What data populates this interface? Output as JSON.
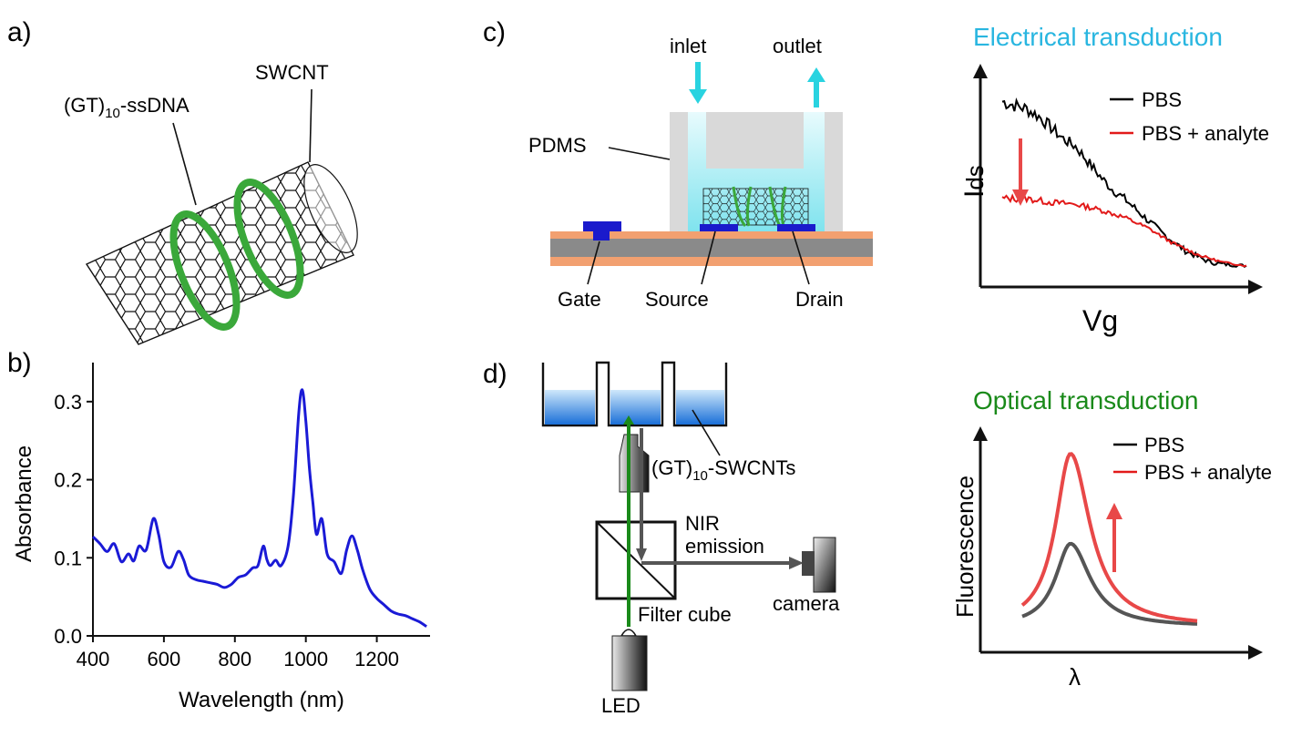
{
  "panels": {
    "a": {
      "label": "a)",
      "callouts": {
        "dna": "(GT)",
        "dna_sub": "10",
        "dna_rest": "-ssDNA",
        "swcnt": "SWCNT"
      }
    },
    "b": {
      "label": "b)"
    },
    "c": {
      "label": "c)",
      "callouts": {
        "inlet": "inlet",
        "outlet": "outlet",
        "pdms": "PDMS",
        "gate": "Gate",
        "source": "Source",
        "drain": "Drain"
      }
    },
    "d": {
      "label": "d)",
      "callouts": {
        "swcnts": "(GT)",
        "swcnts_sub": "10",
        "swcnts_rest": "-SWCNTs",
        "nir1": "NIR",
        "nir2": "emission",
        "camera": "camera",
        "filter": "Filter cube",
        "led": "LED"
      }
    },
    "electrical": {
      "title": "Electrical transduction",
      "ylabel_main": "I",
      "ylabel_sub": "ds",
      "xlabel": "Vg",
      "legend": [
        "PBS",
        "PBS + analyte"
      ]
    },
    "optical": {
      "title": "Optical transduction",
      "ylabel": "Fluorescence",
      "xlabel": "λ",
      "legend": [
        "PBS",
        "PBS + analyte"
      ]
    }
  },
  "colors": {
    "spectrum": "#1a1ad6",
    "pbs": "#000000",
    "analyte": "#e21a1a",
    "arrow_red": "#e84848",
    "cyan": "#29d3e0",
    "green_dna": "#3aa83a",
    "electrode": "#1a1acc",
    "substrate_orange": "#f0a070"
  },
  "chart_data": [
    {
      "type": "line",
      "xlabel": "Wavelength (nm)",
      "ylabel": "Absorbance",
      "xlim": [
        400,
        1350
      ],
      "ylim": [
        0,
        0.35
      ],
      "xticks": [
        400,
        600,
        800,
        1000,
        1200
      ],
      "yticks": [
        0.0,
        0.1,
        0.2,
        0.3
      ],
      "xtick_labels": [
        "400",
        "600",
        "800",
        "1000",
        "1200"
      ],
      "ytick_labels": [
        "0.0",
        "0.1",
        "0.2",
        "0.3"
      ],
      "series": [
        {
          "x": [
            400,
            420,
            440,
            460,
            480,
            500,
            515,
            530,
            550,
            570,
            585,
            600,
            620,
            640,
            655,
            670,
            690,
            710,
            730,
            750,
            770,
            790,
            810,
            830,
            850,
            865,
            880,
            890,
            900,
            915,
            930,
            950,
            965,
            980,
            990,
            1000,
            1010,
            1020,
            1030,
            1045,
            1060,
            1080,
            1100,
            1115,
            1130,
            1145,
            1160,
            1180,
            1200,
            1220,
            1240,
            1260,
            1280,
            1300,
            1320,
            1340
          ],
          "y": [
            0.127,
            0.118,
            0.108,
            0.118,
            0.095,
            0.105,
            0.096,
            0.115,
            0.11,
            0.15,
            0.13,
            0.095,
            0.088,
            0.108,
            0.098,
            0.078,
            0.072,
            0.07,
            0.068,
            0.066,
            0.062,
            0.066,
            0.075,
            0.078,
            0.087,
            0.09,
            0.115,
            0.098,
            0.09,
            0.097,
            0.09,
            0.115,
            0.18,
            0.285,
            0.315,
            0.275,
            0.215,
            0.17,
            0.13,
            0.15,
            0.105,
            0.095,
            0.08,
            0.11,
            0.128,
            0.11,
            0.085,
            0.06,
            0.048,
            0.04,
            0.032,
            0.028,
            0.026,
            0.022,
            0.018,
            0.012
          ]
        }
      ]
    },
    {
      "type": "line",
      "xlabel": "Vg",
      "series": [
        {
          "name": "PBS",
          "x": [
            0,
            0.05,
            0.1,
            0.15,
            0.2,
            0.25,
            0.3,
            0.35,
            0.4,
            0.45,
            0.5,
            0.55,
            0.6,
            0.65,
            0.7,
            0.75,
            0.8,
            0.85,
            0.9,
            1.0
          ],
          "y": [
            0.92,
            0.9,
            0.88,
            0.84,
            0.78,
            0.72,
            0.68,
            0.6,
            0.52,
            0.45,
            0.4,
            0.34,
            0.28,
            0.22,
            0.17,
            0.12,
            0.09,
            0.06,
            0.05,
            0.04
          ]
        },
        {
          "name": "PBS + analyte",
          "x": [
            0,
            0.1,
            0.2,
            0.3,
            0.4,
            0.5,
            0.6,
            0.7,
            0.8,
            0.9,
            1.0
          ],
          "y": [
            0.4,
            0.4,
            0.38,
            0.37,
            0.34,
            0.3,
            0.24,
            0.16,
            0.1,
            0.06,
            0.04
          ]
        }
      ]
    },
    {
      "type": "line",
      "xlabel": "λ",
      "ylabel": "Fluorescence",
      "series": [
        {
          "name": "PBS",
          "peak": 0.48
        },
        {
          "name": "PBS + analyte",
          "peak": 1.0
        }
      ]
    }
  ]
}
